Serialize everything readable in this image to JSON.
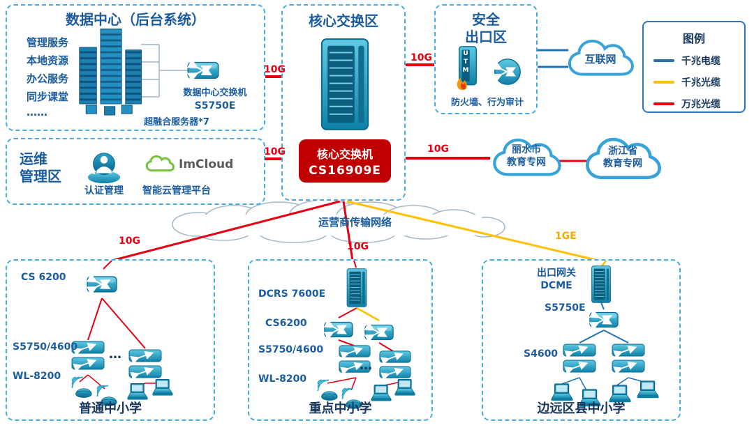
{
  "datacenter": {
    "title": "数据中心（后台系统）",
    "services": [
      "管理服务",
      "本地资源",
      "办公服务",
      "同步课堂",
      "……"
    ],
    "server_label": "超融合服务器*7",
    "switch_name": "数据中心交换机",
    "switch_model": "S5750E"
  },
  "ops": {
    "title": "运维\n管理区",
    "auth_label": "认证管理",
    "imcloud_label": "ImCloud",
    "platform_label": "智能云管理平台"
  },
  "core": {
    "title": "核心交换区",
    "badge_name": "核心交换机",
    "badge_model": "CS16909E"
  },
  "security": {
    "title": "安全\n出口区",
    "utm_label": "UTM",
    "devices_label": "防火墙、行为审计"
  },
  "clouds": {
    "internet": "互联网",
    "lishui": "丽水市\n教育专网",
    "zhejiang": "浙江省\n教育专网",
    "carrier": "运营商传输网络"
  },
  "legend": {
    "title": "图例",
    "items": [
      {
        "label": "千兆电缆",
        "color": "#2171B5"
      },
      {
        "label": "千兆光缆",
        "color": "#FFC000"
      },
      {
        "label": "万兆光缆",
        "color": "#E60012"
      }
    ]
  },
  "links": {
    "dc_core": "10G",
    "core_security": "10G",
    "ops_core": "10G",
    "core_lishui": "10G",
    "to_school1": "10G",
    "to_school2": "10G",
    "to_school3": "1GE"
  },
  "schools": [
    {
      "name": "普通中小学",
      "devices": [
        "CS 6200",
        "S5750/4600",
        "WL-8200"
      ],
      "ellipsis": "…"
    },
    {
      "name": "重点中小学",
      "devices": [
        "DCRS 7600E",
        "CS6200",
        "S5750/4600",
        "WL-8200"
      ],
      "ellipsis": "…"
    },
    {
      "name": "边远区县中小学",
      "devices": [
        "出口网关\nDCME",
        "S5750E",
        "S4600"
      ]
    }
  ]
}
